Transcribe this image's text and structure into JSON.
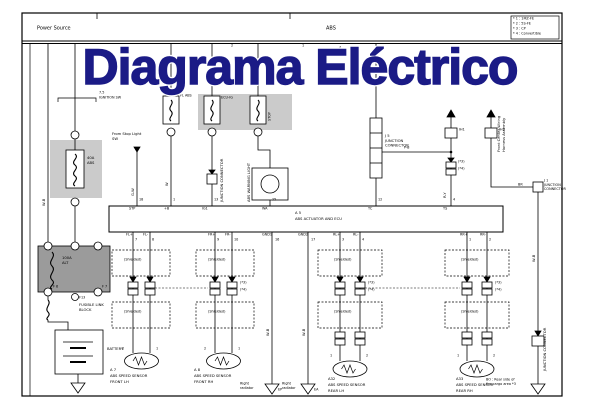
{
  "title": "Diagrama Eléctrico",
  "header": {
    "left": "Power Source",
    "center": "ABS",
    "markers": {
      "m2": "2",
      "m1": "1",
      "m4": "4"
    },
    "legend": {
      "l1": "* 1 : 1MZ-FE",
      "l2": "* 2 : 5S-FE",
      "l3": "* 3 : CP",
      "l4": "* 4 : Convertible"
    }
  },
  "power": {
    "ignition_amp": "7.5",
    "ignition": "IGNITION SW",
    "abs_fuse": "40A\nABS",
    "alt_fuse": "100A\nALT",
    "f6": "F 6",
    "f7": "F 7",
    "f13": "F13",
    "fl_block": "FUSIBLE LINK\nBLOCK",
    "battery": "BATTERY",
    "from_stop": "From Stop Light\nSW"
  },
  "fuses": {
    "f1": "FL ABS",
    "f2": "ECU-IG",
    "f3": "STOP"
  },
  "middle": {
    "warn_light": "ABS WARNING LIGHT",
    "jc": "JUNCTION CONNECTOR",
    "j5": "J 5\nJUNCTION\nCONNECTOR",
    "j1": "J 1\nJUNCTION\nCONNECTOR",
    "harness": "Front Center Wiring\nHarness Assembly",
    "ih1": "IH1",
    "ih2": "IH2"
  },
  "ecu": {
    "code": "A 5",
    "name": "ABS ACTUATOR AND ECU",
    "top_pins": [
      {
        "num": "18",
        "name": "STP"
      },
      {
        "num": "1",
        "name": "+B"
      },
      {
        "num": "13",
        "name": "IG1"
      },
      {
        "num": "25",
        "name": "WA"
      },
      {
        "num": "12",
        "name": "TC"
      },
      {
        "num": "4",
        "name": "TS"
      }
    ],
    "bottom_pins": [
      {
        "num": "7",
        "name": "FL+"
      },
      {
        "num": "8",
        "name": "FL-"
      },
      {
        "num": "9",
        "name": "FR+"
      },
      {
        "num": "10",
        "name": "FR-"
      },
      {
        "num": "16",
        "name": "GND1"
      },
      {
        "num": "17",
        "name": "GND2"
      },
      {
        "num": "3",
        "name": "RL+"
      },
      {
        "num": "4",
        "name": "RL-"
      },
      {
        "num": "1",
        "name": "RR+"
      },
      {
        "num": "2",
        "name": "RR-"
      }
    ]
  },
  "sensors": [
    {
      "code": "A 7",
      "line1": "ABS SPEED SENSOR",
      "line2": "FRONT LH",
      "t1": "2",
      "t2": "1"
    },
    {
      "code": "A 8",
      "line1": "ABS SPEED SENSOR",
      "line2": "FRONT RH",
      "t1": "2",
      "t2": "1"
    },
    {
      "code": "A32",
      "line1": "ABS SPEED SENSOR",
      "line2": "REAR LH",
      "t1": "1",
      "t2": "2"
    },
    {
      "code": "A33",
      "line1": "ABS SPEED SENSOR",
      "line2": "REAR RH",
      "t1": "1",
      "t2": "2"
    }
  ],
  "notes": {
    "shielded": "(Shielded)",
    "star3": "(*3)",
    "star4": "(*4)",
    "right_radiator": "Right\nradiator",
    "ep": "EP",
    "ea": "EA",
    "bo": "BO : Rear side of\nthe cargo area *3"
  },
  "wires": {
    "gw": "G-W",
    "w": "W",
    "wb": "W-B",
    "ry": "R-Y",
    "pb": "P-B",
    "br": "BR"
  },
  "colors": {
    "title": "#1b1b86",
    "panel": "#cbcbcb",
    "block": "#9b9b9b"
  }
}
